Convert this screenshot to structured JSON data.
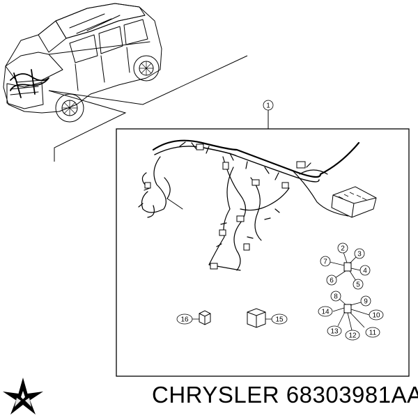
{
  "callouts": [
    {
      "label": "1",
      "part": "main-wiring-harness"
    },
    {
      "label": "2",
      "part": "connector-group-a"
    },
    {
      "label": "3",
      "part": "connector-group-a"
    },
    {
      "label": "4",
      "part": "connector-group-a"
    },
    {
      "label": "5",
      "part": "connector-group-a"
    },
    {
      "label": "6",
      "part": "connector-group-a"
    },
    {
      "label": "7",
      "part": "connector-group-a"
    },
    {
      "label": "8",
      "part": "connector-group-b"
    },
    {
      "label": "9",
      "part": "connector-group-b"
    },
    {
      "label": "10",
      "part": "connector-group-b"
    },
    {
      "label": "11",
      "part": "connector-group-b"
    },
    {
      "label": "12",
      "part": "connector-group-b"
    },
    {
      "label": "13",
      "part": "connector-group-b"
    },
    {
      "label": "14",
      "part": "connector-group-b"
    },
    {
      "label": "15",
      "part": "relay-large"
    },
    {
      "label": "16",
      "part": "relay-small"
    }
  ],
  "brand": {
    "logo": "chrysler-pentastar-icon",
    "name": "CHRYSLER",
    "part_number": "68303981AA",
    "label": "CHRYSLER 68303981AA"
  }
}
